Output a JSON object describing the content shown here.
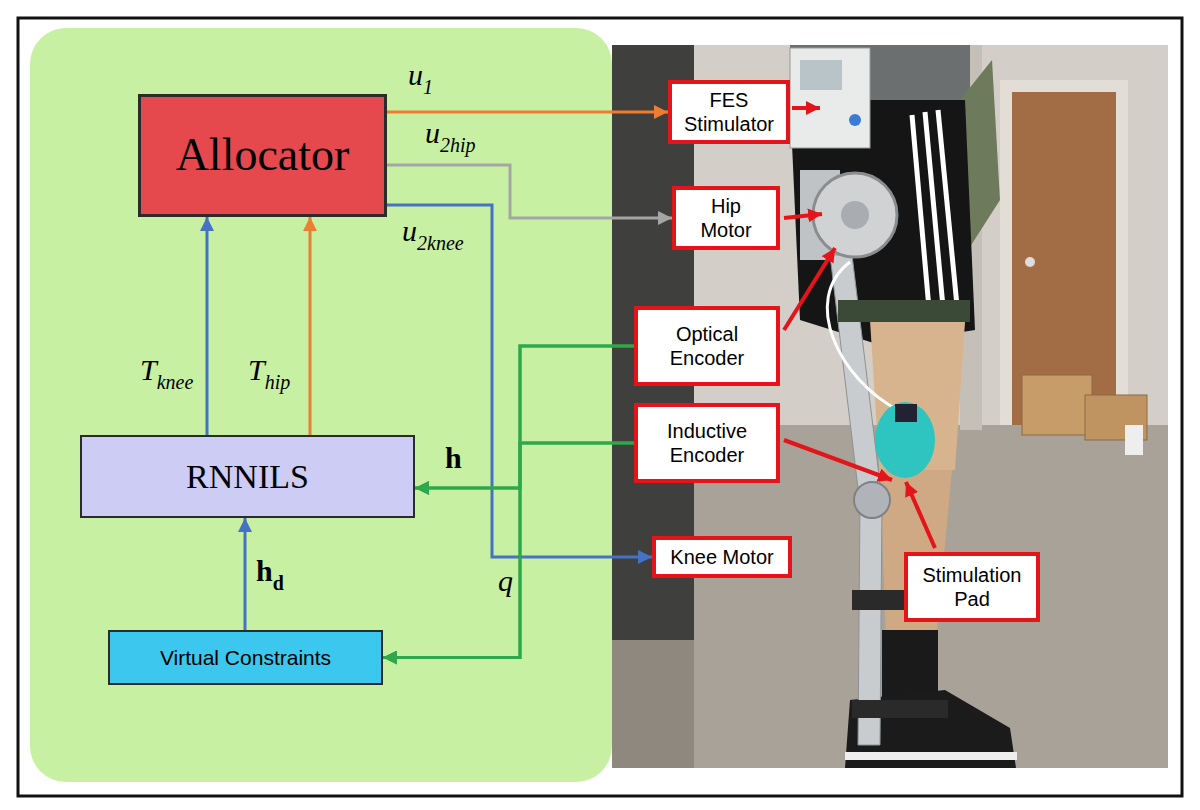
{
  "diagram": {
    "nodes": [
      {
        "text": [
          "Allocator"
        ]
      },
      {
        "text": [
          "RNNILS"
        ]
      },
      {
        "text": [
          "Virtual Constraints"
        ]
      },
      {
        "text": [
          "FES Stimulator"
        ]
      },
      {
        "text": [
          "Hip Motor"
        ]
      },
      {
        "text": [
          "Optical Encoder"
        ]
      },
      {
        "text": [
          "Inductive Encoder"
        ]
      },
      {
        "text": [
          "Knee Motor"
        ]
      },
      {
        "text": [
          "Stimulation Pad"
        ]
      }
    ],
    "edges": [
      {
        "from": 0,
        "to": 3,
        "arrow": "to",
        "label": "u1"
      },
      {
        "from": 0,
        "to": 4,
        "arrow": "to",
        "label": "u2hip"
      },
      {
        "from": 0,
        "to": 7,
        "arrow": "to",
        "label": "u2knee"
      },
      {
        "from": 1,
        "to": 0,
        "arrow": "to",
        "label": "Tknee"
      },
      {
        "from": 1,
        "to": 0,
        "arrow": "to",
        "label": "Thip"
      },
      {
        "from": 5,
        "to": 1,
        "arrow": "to",
        "label": "h"
      },
      {
        "from": 6,
        "to": 1,
        "arrow": "to"
      },
      {
        "from": 5,
        "to": 2,
        "arrow": "to",
        "label": "q"
      },
      {
        "from": 6,
        "to": 2,
        "arrow": "to"
      },
      {
        "from": 2,
        "to": 1,
        "arrow": "to",
        "label": "hd"
      }
    ]
  }
}
